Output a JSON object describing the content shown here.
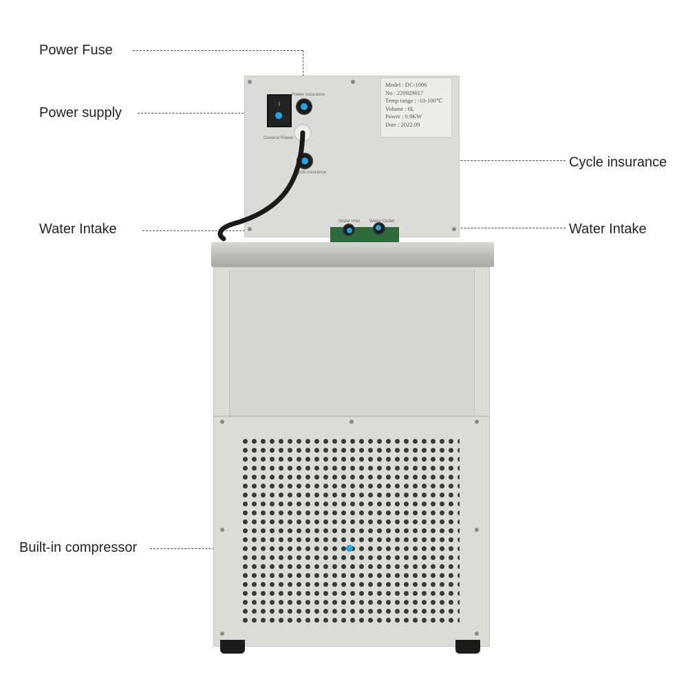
{
  "callouts": {
    "power_fuse": "Power Fuse",
    "power_supply": "Power supply",
    "cycle_insurance": "Cycle insurance",
    "water_intake_left": "Water Intake",
    "water_intake_right": "Water Intake",
    "compressor": "Built-in compressor"
  },
  "panel_labels": {
    "power_insurance": "Power insurance",
    "general_power": "General Power",
    "cycle_insurance": "Cycle insurance",
    "water_inlet": "Water Inlet",
    "water_outlet": "Water Outlet",
    "switch_on": "I"
  },
  "nameplate": {
    "model": "Model : DC-1006",
    "no": "No : 220929017",
    "temp_range": "Temp range : -10-100℃",
    "volume": "Volume : 6L",
    "power": "Power : 0.9KW",
    "date": "Date : 2022.09"
  },
  "colors": {
    "marker": "#1da8e0",
    "housing": "#dcdcd5"
  }
}
